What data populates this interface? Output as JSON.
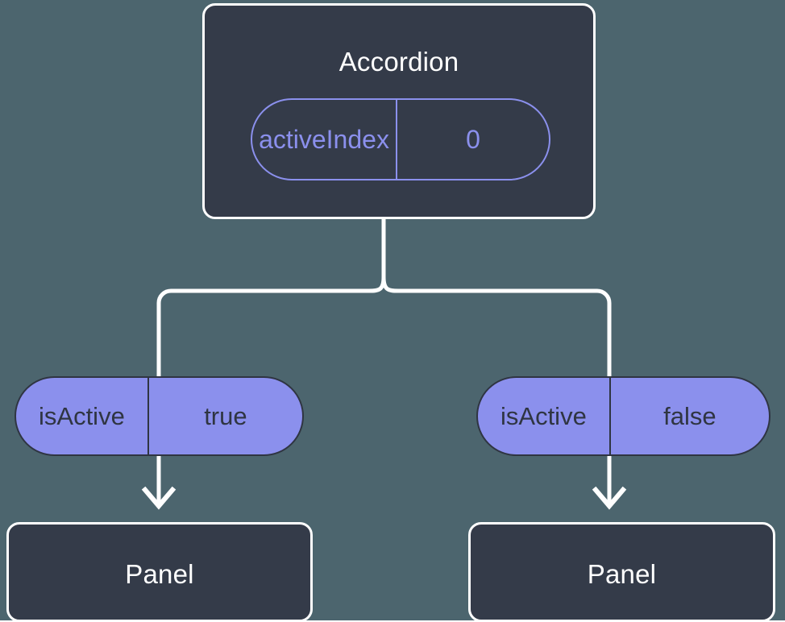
{
  "diagram": {
    "background_color": "#4c656e",
    "node_fill": "#343b49",
    "node_border": "#ffffff",
    "accent": "#8b90ed",
    "ink": "#2f3542"
  },
  "root": {
    "title": "Accordion",
    "state_pill": {
      "key": "activeIndex",
      "value": "0"
    }
  },
  "branches": [
    {
      "prop_pill": {
        "key": "isActive",
        "value": "true"
      },
      "child": {
        "title": "Panel"
      }
    },
    {
      "prop_pill": {
        "key": "isActive",
        "value": "false"
      },
      "child": {
        "title": "Panel"
      }
    }
  ]
}
